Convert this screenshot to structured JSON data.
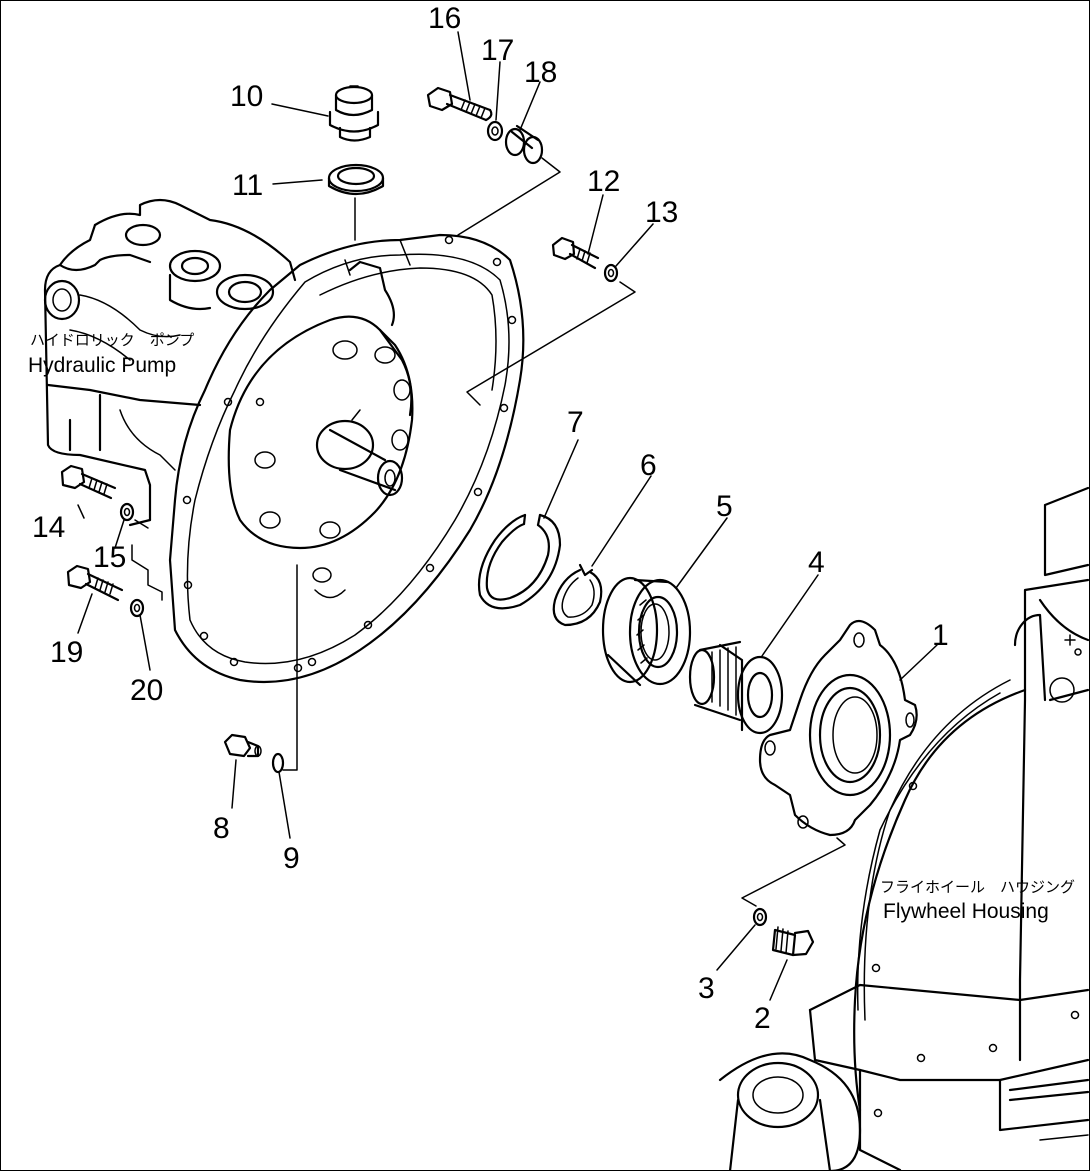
{
  "diagram": {
    "callouts": [
      {
        "id": "c1",
        "text": "1"
      },
      {
        "id": "c2",
        "text": "2"
      },
      {
        "id": "c3",
        "text": "3"
      },
      {
        "id": "c4",
        "text": "4"
      },
      {
        "id": "c5",
        "text": "5"
      },
      {
        "id": "c6",
        "text": "6"
      },
      {
        "id": "c7",
        "text": "7"
      },
      {
        "id": "c8",
        "text": "8"
      },
      {
        "id": "c9",
        "text": "9"
      },
      {
        "id": "c10",
        "text": "10"
      },
      {
        "id": "c11",
        "text": "11"
      },
      {
        "id": "c12",
        "text": "12"
      },
      {
        "id": "c13",
        "text": "13"
      },
      {
        "id": "c14",
        "text": "14"
      },
      {
        "id": "c15",
        "text": "15"
      },
      {
        "id": "c16",
        "text": "16"
      },
      {
        "id": "c17",
        "text": "17"
      },
      {
        "id": "c18",
        "text": "18"
      },
      {
        "id": "c19",
        "text": "19"
      },
      {
        "id": "c20",
        "text": "20"
      }
    ],
    "labels": {
      "hydraulic_pump_jp": "ハイドロリック　ポンプ",
      "hydraulic_pump_en": "Hydraulic Pump",
      "flywheel_housing_jp": "フライホイール　ハウジング",
      "flywheel_housing_en": "Flywheel Housing"
    }
  }
}
